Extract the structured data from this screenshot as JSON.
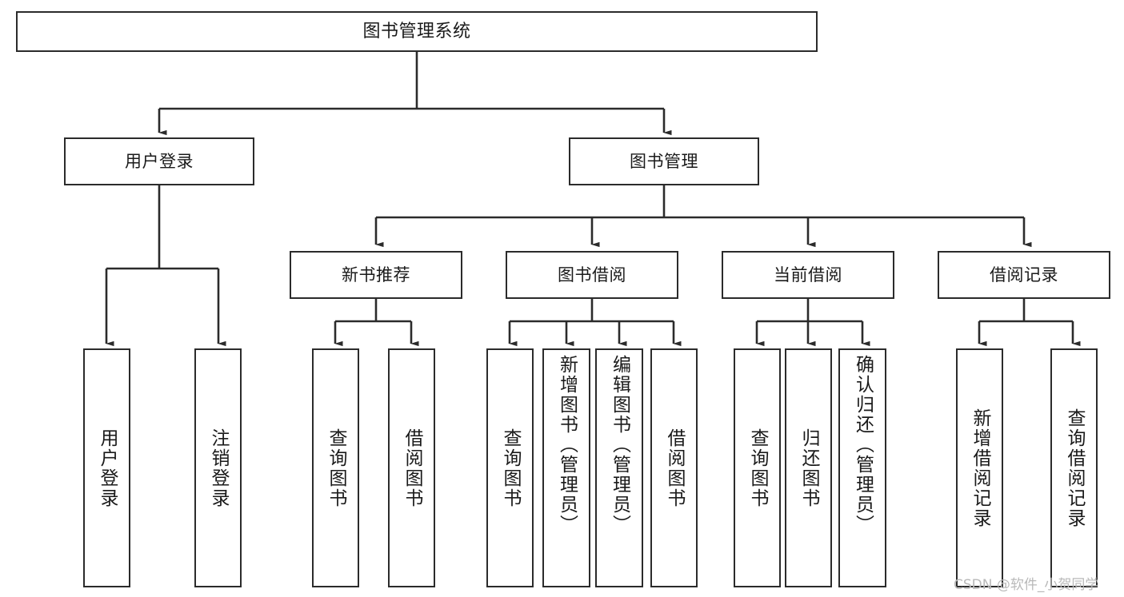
{
  "diagram": {
    "title": "图书管理系统",
    "type": "tree-hierarchy-diagram",
    "colors": {
      "box_border": "#2b2b2b",
      "box_fill": "#ffffff",
      "connector": "#2b2b2b",
      "text": "#1a1a1a",
      "watermark": "#b9b9b9",
      "background": "#ffffff"
    },
    "root": {
      "label": "图书管理系统"
    },
    "level2": [
      {
        "label": "用户登录"
      },
      {
        "label": "图书管理"
      }
    ],
    "level3": [
      {
        "label": "新书推荐"
      },
      {
        "label": "图书借阅"
      },
      {
        "label": "当前借阅"
      },
      {
        "label": "借阅记录"
      }
    ],
    "leaves": {
      "user_login": [
        {
          "label": "用户登录"
        },
        {
          "label": "注销登录"
        }
      ],
      "new_book_recommend": [
        {
          "label": "查询图书"
        },
        {
          "label": "借阅图书"
        }
      ],
      "book_borrow": [
        {
          "label": "查询图书"
        },
        {
          "label": "新增图书（管理员）"
        },
        {
          "label": "编辑图书（管理员）"
        },
        {
          "label": "借阅图书"
        }
      ],
      "current_borrow": [
        {
          "label": "查询图书"
        },
        {
          "label": "归还图书"
        },
        {
          "label": "确认归还（管理员）"
        }
      ],
      "borrow_record": [
        {
          "label": "新增借阅记录"
        },
        {
          "label": "查询借阅记录"
        }
      ]
    }
  },
  "watermark": {
    "text": "CSDN @软件_小贺同学"
  }
}
